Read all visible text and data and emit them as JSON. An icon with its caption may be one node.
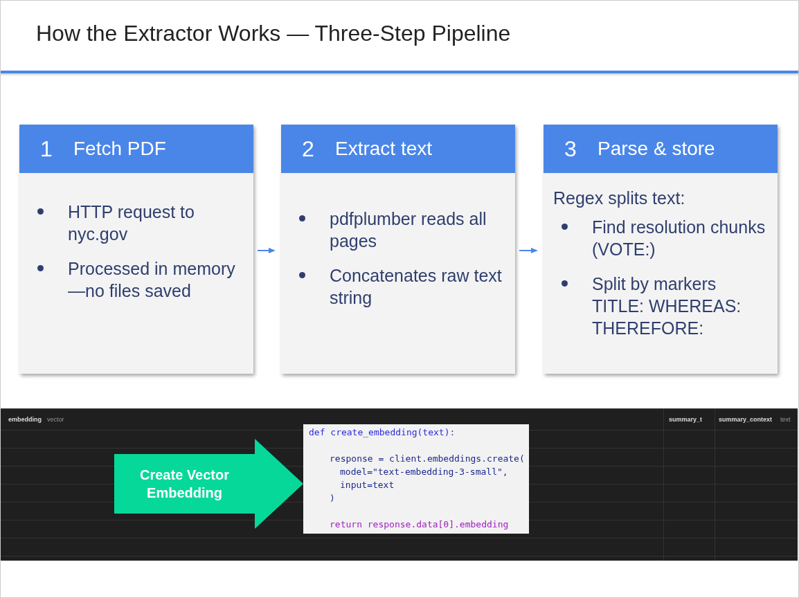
{
  "diagram": {
    "title": "How the Extractor Works — Three-Step Pipeline",
    "nodes": [
      {
        "text": [
          "1",
          "Fetch PDF",
          "HTTP request to nyc.gov",
          "Processed in memory—no files saved"
        ]
      },
      {
        "text": [
          "2",
          "Extract text",
          "pdfplumber reads all pages",
          "Concatenates raw text string"
        ]
      },
      {
        "text": [
          "3",
          "Parse & store",
          "Regex splits text:",
          "Find resolution chunks (VOTE:)",
          "Split by markers TITLE: WHEREAS: THEREFORE:"
        ]
      },
      {
        "text": [],
        "shape": "picture"
      },
      {
        "text": [
          "def create_embedding(text):",
          "response = client.embeddings.create(",
          "model=\"text-embedding-3-small\",",
          "input=text",
          ")",
          "return response.data[0].embedding"
        ],
        "in": 3
      }
    ],
    "edges": [
      {
        "from": 0,
        "to": 1,
        "arrow": "to"
      },
      {
        "from": 1,
        "to": 2,
        "arrow": "to"
      },
      {
        "from": 3,
        "to": 4,
        "arrow": "to",
        "label": "Create Vector Embedding",
        "style": "thick",
        "color": "#06d89a"
      }
    ],
    "labels": [
      "embedding",
      "vector",
      "summary_t",
      "summary_context",
      "text"
    ]
  }
}
